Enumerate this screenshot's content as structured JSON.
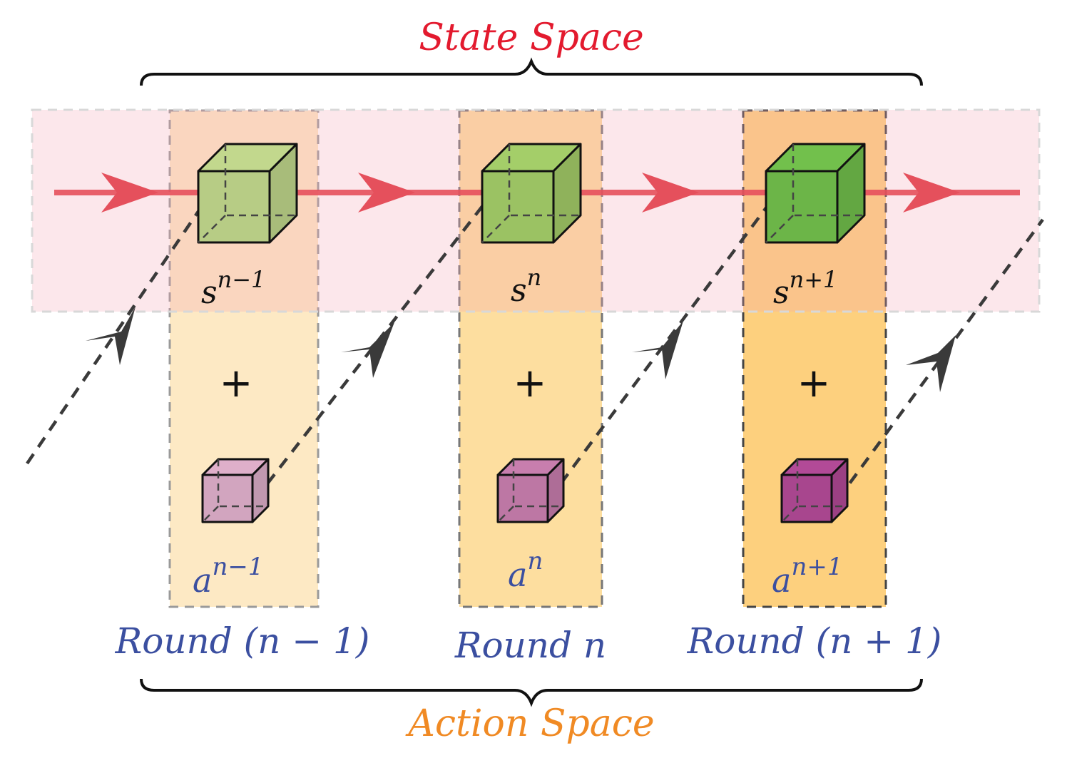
{
  "title_top": "State Space",
  "title_bottom": "Action Space",
  "colors": {
    "state_title": "#e31a2e",
    "action_title": "#f08a24",
    "round_text": "#3b4fa0",
    "state_band": "#fbe3e6",
    "red_arrow": "#e5505c",
    "dash_arrow": "#3a3a3a"
  },
  "rounds": [
    {
      "state_base": "s",
      "state_sup": "n−1",
      "action_base": "a",
      "action_sup": "n−1",
      "plus": "+",
      "label": "Round (n − 1)",
      "cube_color": "#b7cc85",
      "action_cube_color": "#d2a5bf",
      "column_fill": "#fde9c4"
    },
    {
      "state_base": "s",
      "state_sup": "n",
      "action_base": "a",
      "action_sup": "n",
      "plus": "+",
      "label": "Round n",
      "cube_color": "#9bc263",
      "action_cube_color": "#bd77a4",
      "column_fill": "#fdde9f"
    },
    {
      "state_base": "s",
      "state_sup": "n+1",
      "action_base": "a",
      "action_sup": "n+1",
      "plus": "+",
      "label": "Round (n + 1)",
      "cube_color": "#6cb548",
      "action_cube_color": "#a8468e",
      "column_fill": "#fdd07e"
    }
  ]
}
